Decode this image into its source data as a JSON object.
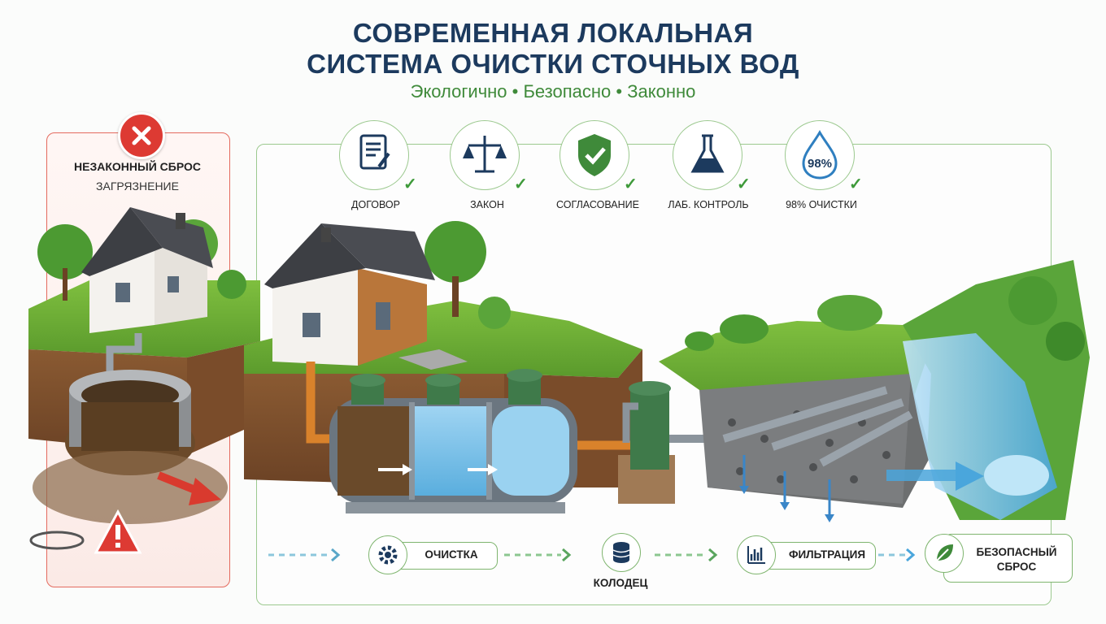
{
  "header": {
    "title_line1": "СОВРЕМЕННАЯ ЛОКАЛЬНАЯ",
    "title_line2": "СИСТЕМА ОЧИСТКИ СТОЧНЫХ ВОД",
    "subtitle": "Экологично • Безопасно • Законно"
  },
  "bad_panel": {
    "title": "НЕЗАКОННЫЙ СБРОС",
    "subtitle": "ЗАГРЯЗНЕНИЕ",
    "icon": "cross-icon",
    "warning_icon": "warning-icon"
  },
  "badges": [
    {
      "label": "ДОГОВОР",
      "icon": "document-icon"
    },
    {
      "label": "ЗАКОН",
      "icon": "scales-icon"
    },
    {
      "label": "СОГЛАСОВАНИЕ",
      "icon": "shield-check-icon"
    },
    {
      "label": "ЛАБ. КОНТРОЛЬ",
      "icon": "flask-icon"
    },
    {
      "label": "98% ОЧИСТКИ",
      "icon": "water-drop-icon",
      "value": "98%"
    }
  ],
  "steps": [
    {
      "label": "ОЧИСТКА",
      "icon": "gear-icon"
    },
    {
      "label": "КОЛОДЕЦ",
      "icon": "database-icon"
    },
    {
      "label": "ФИЛЬТРАЦИЯ",
      "icon": "chart-icon"
    },
    {
      "label_line1": "БЕЗОПАСНЫЙ",
      "label_line2": "СБРОС",
      "icon": "leaf-icon"
    }
  ],
  "colors": {
    "title": "#1c3a5e",
    "accent_green": "#3f8a3a",
    "danger_red": "#dd3a33",
    "water_blue": "#4aa6dc"
  }
}
